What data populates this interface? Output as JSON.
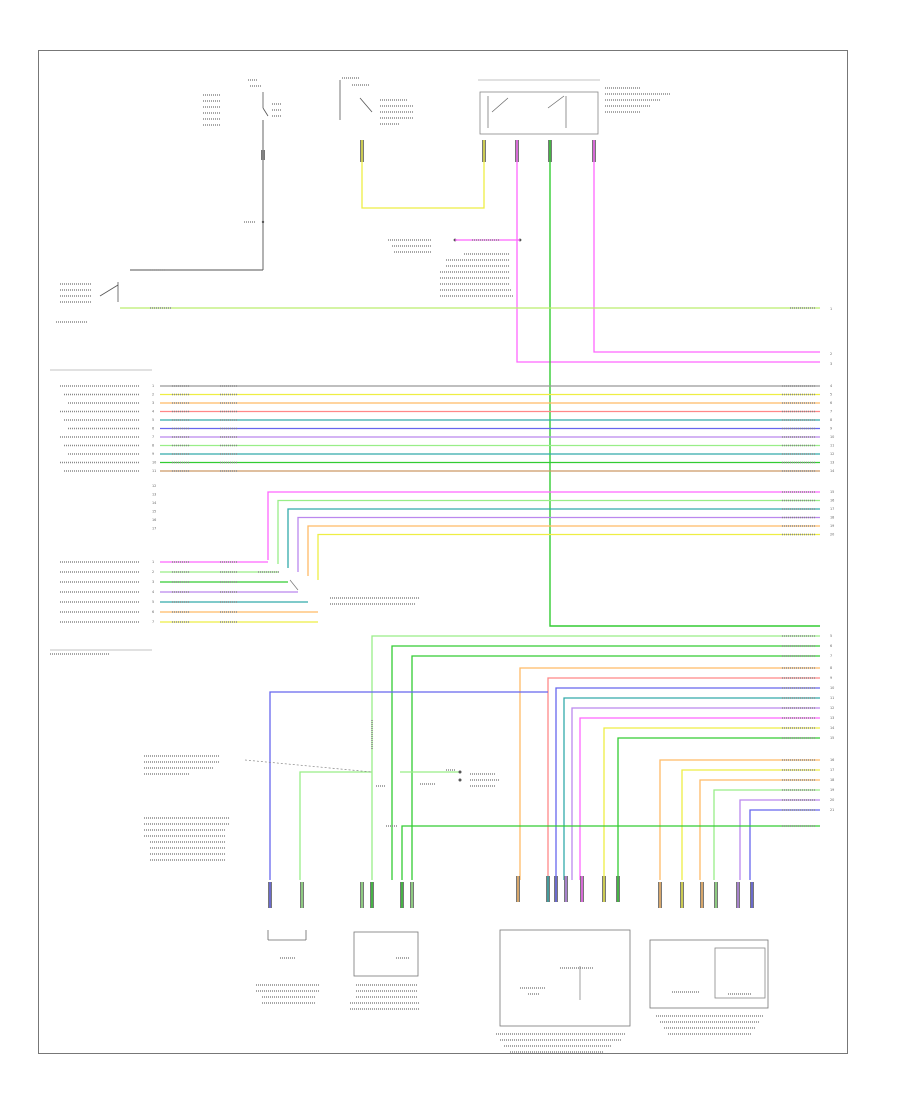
{
  "page_code": "",
  "wire_colors": {
    "green": "#33cc33",
    "lightgreen": "#99ee88",
    "yellow": "#eeee44",
    "pink": "#ff66ff",
    "magenta": "#ee44ee",
    "blue": "#6666ee",
    "darkblue": "#4444cc",
    "red": "#ff8888",
    "orange": "#ffbb66",
    "teal": "#33aaaa",
    "gray": "#999999",
    "violet": "#bb88ee",
    "brown": "#cc9966"
  },
  "left_labels": [
    "",
    "",
    "",
    "",
    "",
    "",
    "",
    "",
    "",
    "",
    "",
    "",
    "",
    "",
    "",
    "",
    "",
    "",
    ""
  ],
  "pin_numbers": [
    "1",
    "2",
    "3",
    "4",
    "5",
    "6",
    "7",
    "8",
    "9",
    "10",
    "11",
    "12",
    "13",
    "14",
    "15",
    "16",
    "17",
    "18",
    "19",
    "20",
    "21",
    "22",
    "23",
    "24",
    "25"
  ]
}
